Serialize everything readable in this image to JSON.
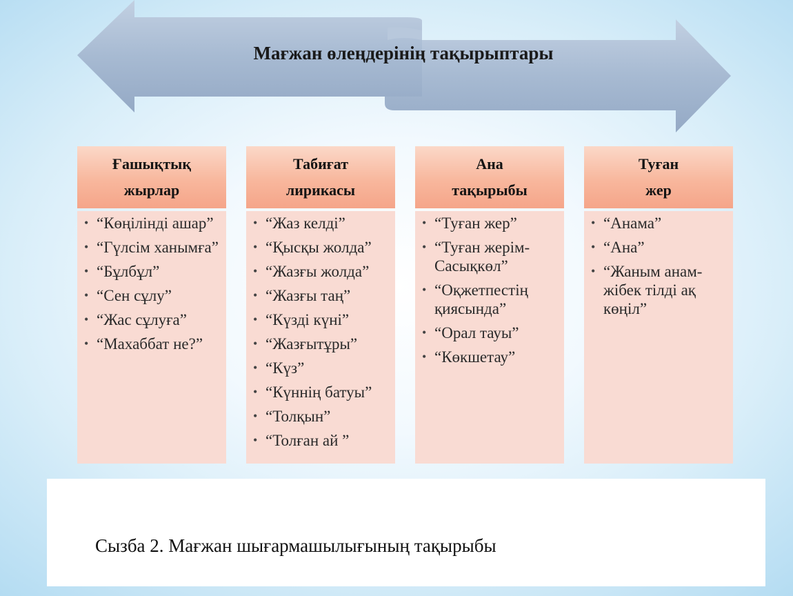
{
  "diagram": {
    "title": "Мағжан өлеңдерінің тақырыптары",
    "arrow_color": "#9fb3cd",
    "header_color": "#f8b79d",
    "body_color": "#f9dbd3",
    "columns": [
      {
        "heading_line1": "Ғашықтық",
        "heading_line2": "жырлар",
        "items": [
          "“Көңілінді ашар”",
          "“Гүлсім ханымға”",
          "“Бұлбұл”",
          "“Сен сұлу”",
          "“Жас сұлуға”",
          "“Махаббат не?”"
        ]
      },
      {
        "heading_line1": "Табиғат",
        "heading_line2": "лирикасы",
        "items": [
          "“Жаз келді”",
          "“Қысқы жолда”",
          "“Жазғы жолда”",
          "“Жазғы таң”",
          "“Күзді күні”",
          "“Жазғытұры”",
          "“Күз”",
          "“Күннің батуы”",
          "“Толқын”",
          "“Толған ай ”"
        ]
      },
      {
        "heading_line1": "Ана",
        "heading_line2": "тақырыбы",
        "items": [
          "“Туған жер”",
          "“Туған жерім-Сасықкөл”",
          "“Оқжетпестің қиясында”",
          "“Орал тауы”",
          "“Көкшетау”"
        ]
      },
      {
        "heading_line1": "Туған",
        "heading_line2": "жер",
        "items": [
          "“Анама”",
          "“Ана”",
          "“Жаным анам-жібек тілді ақ көңіл”"
        ]
      }
    ],
    "caption": "Сызба 2. Мағжан шығармашылығының тақырыбы"
  }
}
